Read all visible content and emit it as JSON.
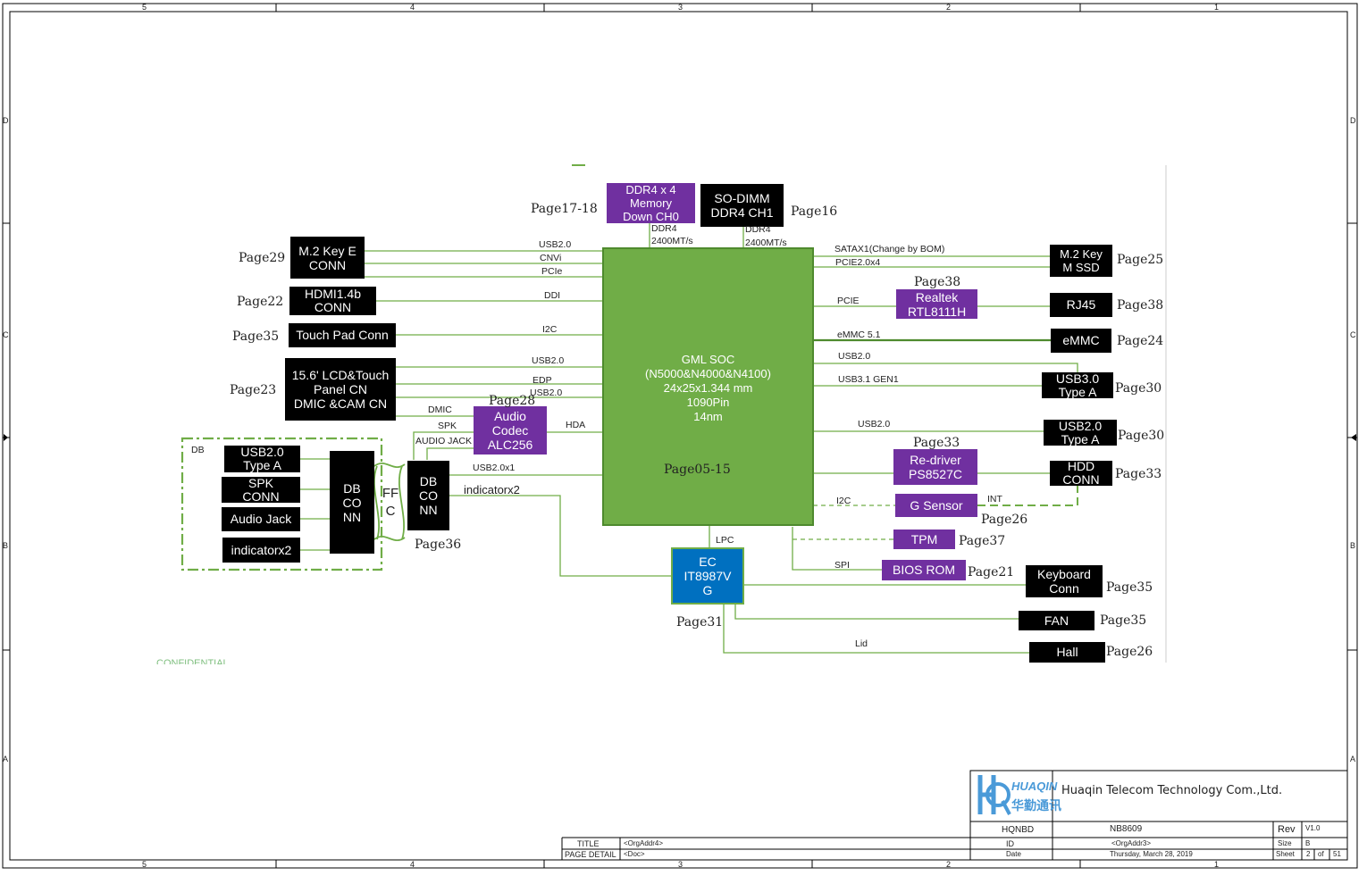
{
  "border": {
    "zones_top": [
      "5",
      "4",
      "3",
      "2",
      "1"
    ],
    "zones_bottom": [
      "5",
      "4",
      "3",
      "2",
      "1"
    ],
    "zones_left": [
      "D",
      "C",
      "B",
      "A"
    ],
    "zones_right": [
      "D",
      "C",
      "B",
      "A"
    ]
  },
  "blocks": {
    "ddr4_memory": [
      "DDR4 x 4",
      "Memory",
      "Down CH0"
    ],
    "sodimm": [
      "SO-DIMM",
      "DDR4 CH1"
    ],
    "m2_key_e": [
      "M.2 Key E",
      "CONN"
    ],
    "hdmi": [
      "HDMI1.4b",
      "CONN"
    ],
    "touchpad": [
      "Touch Pad Conn"
    ],
    "lcd": [
      "15.6' LCD&Touch",
      "Panel CN",
      "DMIC  &CAM CN"
    ],
    "audio_codec": [
      "Audio",
      "Codec",
      "ALC256"
    ],
    "soc": [
      "GML  SOC",
      "(N5000&N4000&N4100)",
      "24x25x1.344 mm",
      "1090Pin",
      "14nm"
    ],
    "m2_key_m": [
      "M.2 Key",
      "M SSD"
    ],
    "realtek": [
      "Realtek",
      "RTL8111H"
    ],
    "rj45": [
      "RJ45"
    ],
    "emmc": [
      "eMMC"
    ],
    "usb30_typea": [
      "USB3.0",
      "Type A"
    ],
    "usb20_typea_right": [
      "USB2.0",
      "Type A"
    ],
    "redriver": [
      "Re-driver",
      "PS8527C"
    ],
    "hdd_conn": [
      "HDD",
      "CONN"
    ],
    "gsensor": [
      "G Sensor"
    ],
    "tpm": [
      "TPM"
    ],
    "bios_rom": [
      "BIOS ROM"
    ],
    "ec": [
      "EC",
      "IT8987V",
      "G"
    ],
    "keyboard": [
      "Keyboard",
      "Conn"
    ],
    "fan": [
      "FAN"
    ],
    "hall": [
      "Hall"
    ],
    "db_usb20": [
      "USB2.0",
      "Type A"
    ],
    "db_spk": [
      "SPK",
      "CONN"
    ],
    "db_audio_jack": [
      "Audio Jack"
    ],
    "db_indicator": [
      "indicatorx2"
    ],
    "db_conn_left": [
      "DB",
      "CO",
      "NN"
    ],
    "db_conn_right": [
      "DB",
      "CO",
      "NN"
    ],
    "ffc": [
      "FF",
      "C"
    ]
  },
  "page_refs": {
    "ddr4_memory": "Page17-18",
    "sodimm": "Page16",
    "m2_key_e": "Page29",
    "hdmi": "Page22",
    "touchpad": "Page35",
    "lcd": "Page23",
    "audio_codec": "Page28",
    "soc": "Page05-15",
    "m2_key_m": "Page25",
    "realtek": "Page38",
    "rj45": "Page38",
    "emmc": "Page24",
    "usb30_typea": "Page30",
    "usb20_typea_right": "Page30",
    "redriver": "Page33",
    "hdd_conn": "Page33",
    "gsensor": "Page26",
    "tpm": "Page37",
    "bios_rom": "Page21",
    "ec": "Page31",
    "keyboard": "Page35",
    "fan": "Page35",
    "hall": "Page26",
    "db_conn": "Page36"
  },
  "signals": {
    "usb20_m2e": "USB2.0",
    "cnvi": "CNVi",
    "pcie_m2e": "PCIe",
    "ddi": "DDI",
    "i2c_tp": "I2C",
    "usb20_lcd": "USB2.0",
    "edp": "EDP",
    "usb20_lcd2": "USB2.0",
    "dmic": "DMIC",
    "spk": "SPK",
    "audio_jack": "AUDIO JACK",
    "hda": "HDA",
    "usb20x1": "USB2.0x1",
    "indicator": "indicatorx2",
    "ddr4_ch0": "DDR4",
    "ddr4_ch0_speed": "2400MT/s",
    "ddr4_ch1": "DDR4",
    "ddr4_ch1_speed": "2400MT/s",
    "satax1": "SATAX1(Change by BOM)",
    "pcie20x4": "PCIE2.0x4",
    "pcie_lan": "PCIE",
    "emmc51": "eMMC 5.1",
    "usb20_r1": "USB2.0",
    "usb31": "USB3.1 GEN1",
    "usb20_r2": "USB2.0",
    "i2c_gs": "I2C",
    "int": "INT",
    "lpc": "LPC",
    "spi": "SPI",
    "lid": "Lid",
    "db_label": "DB"
  },
  "watermark": "CONFIDENTIAL",
  "title_block": {
    "logo_text": "HUAQIN",
    "logo_cn": "华勤通讯",
    "company": "Huaqin Telecom Technology Com.,Ltd.",
    "hqnbd": "HQNBD",
    "project": "NB8609",
    "rev_label": "Rev",
    "rev_value": "V1.0",
    "title_label": "TITLE",
    "title_value": "<OrgAddr4>",
    "id_label": "ID",
    "id_value": "<OrgAddr3>",
    "size_label": "Size",
    "size_value": "B",
    "detail_label": "PAGE DETAIL",
    "detail_value": "<Doc>",
    "date_label": "Date",
    "date_value": "Thursday, March 28, 2019",
    "sheet_label": "Sheet",
    "sheet_num": "2",
    "sheet_of": "of",
    "sheet_total": "51"
  },
  "colors": {
    "wire": "#70ad47",
    "soc_fill": "#70ad47",
    "purple_block": "#7030a0",
    "ec_fill": "#0070c0",
    "black_block": "#000000"
  }
}
